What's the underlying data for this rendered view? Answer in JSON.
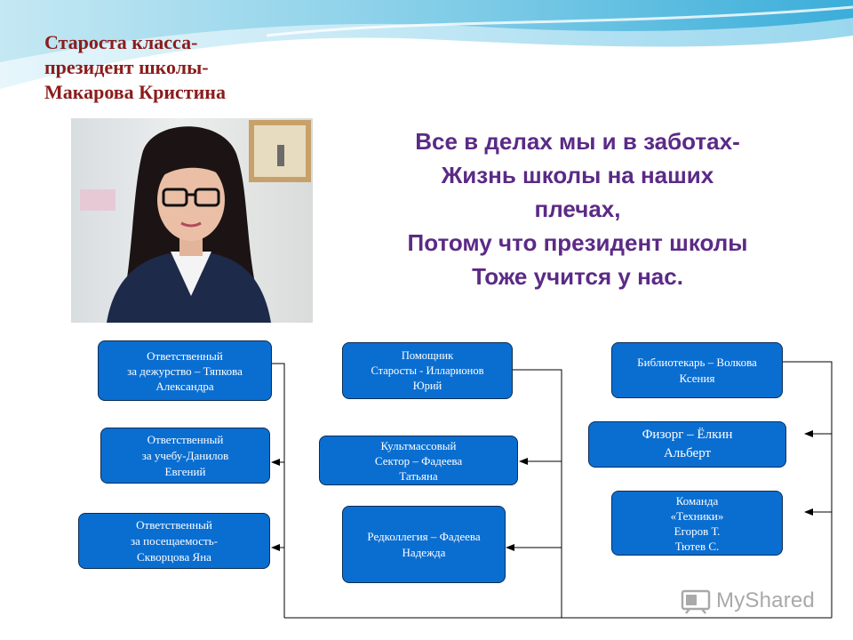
{
  "header": {
    "title_lines": [
      "Староста класса-",
      "президент школы-",
      "Макарова Кристина"
    ]
  },
  "quote": {
    "lines": [
      "Все в делах мы и в заботах-",
      "Жизнь школы на наших",
      "плечах,",
      "Потому что президент школы",
      "Тоже учится у нас."
    ]
  },
  "diagram": {
    "left": [
      {
        "lines": [
          "Ответственный",
          "за дежурство – Тяпкова",
          "Александра"
        ]
      },
      {
        "lines": [
          "Ответственный",
          "за учебу-Данилов",
          "Евгений"
        ]
      },
      {
        "lines": [
          "Ответственный",
          "за посещаемость-",
          "Скворцова Яна"
        ]
      }
    ],
    "center": [
      {
        "lines": [
          "Помощник",
          "Старосты - Илларионов",
          "Юрий"
        ]
      },
      {
        "lines": [
          "Культмассовый",
          "Сектор – Фадеева",
          "Татьяна"
        ]
      },
      {
        "lines": [
          "Редколлегия – Фадеева",
          "Надежда"
        ]
      }
    ],
    "right": [
      {
        "lines": [
          "Библиотекарь – Волкова",
          "Ксения"
        ]
      },
      {
        "lines": [
          "Физорг – Ёлкин",
          "Альберт"
        ]
      },
      {
        "lines": [
          "Команда",
          "«Техники»",
          "Егоров Т.",
          "Тютев С."
        ]
      }
    ]
  },
  "colors": {
    "title": "#8b1c1c",
    "quote": "#5b2a86",
    "box_fill": "#0a6ed1",
    "box_border": "#0b2c55",
    "box_text": "#ffffff"
  },
  "watermark": {
    "text": "MyShared",
    "icon": "projector-icon"
  }
}
